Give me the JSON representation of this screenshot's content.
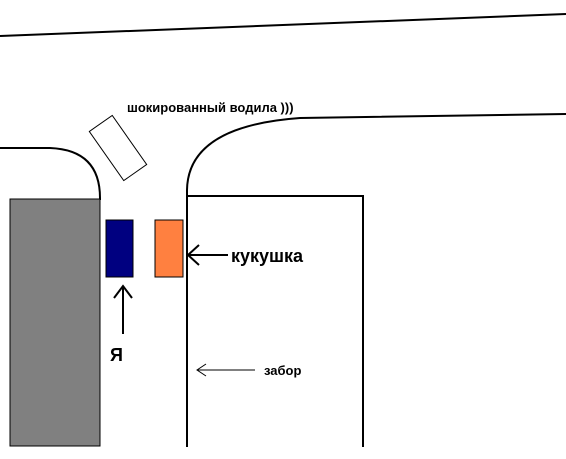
{
  "labels": {
    "shocked_driver": "шокированный водила )))",
    "cuckoo": "кукушка",
    "me": "Я",
    "fence": "забор"
  },
  "colors": {
    "line": "#000000",
    "building": "#808080",
    "my_car": "#000080",
    "cuckoo_car": "#ff8040",
    "driver_car": "#ffffff",
    "background": "#ffffff"
  }
}
